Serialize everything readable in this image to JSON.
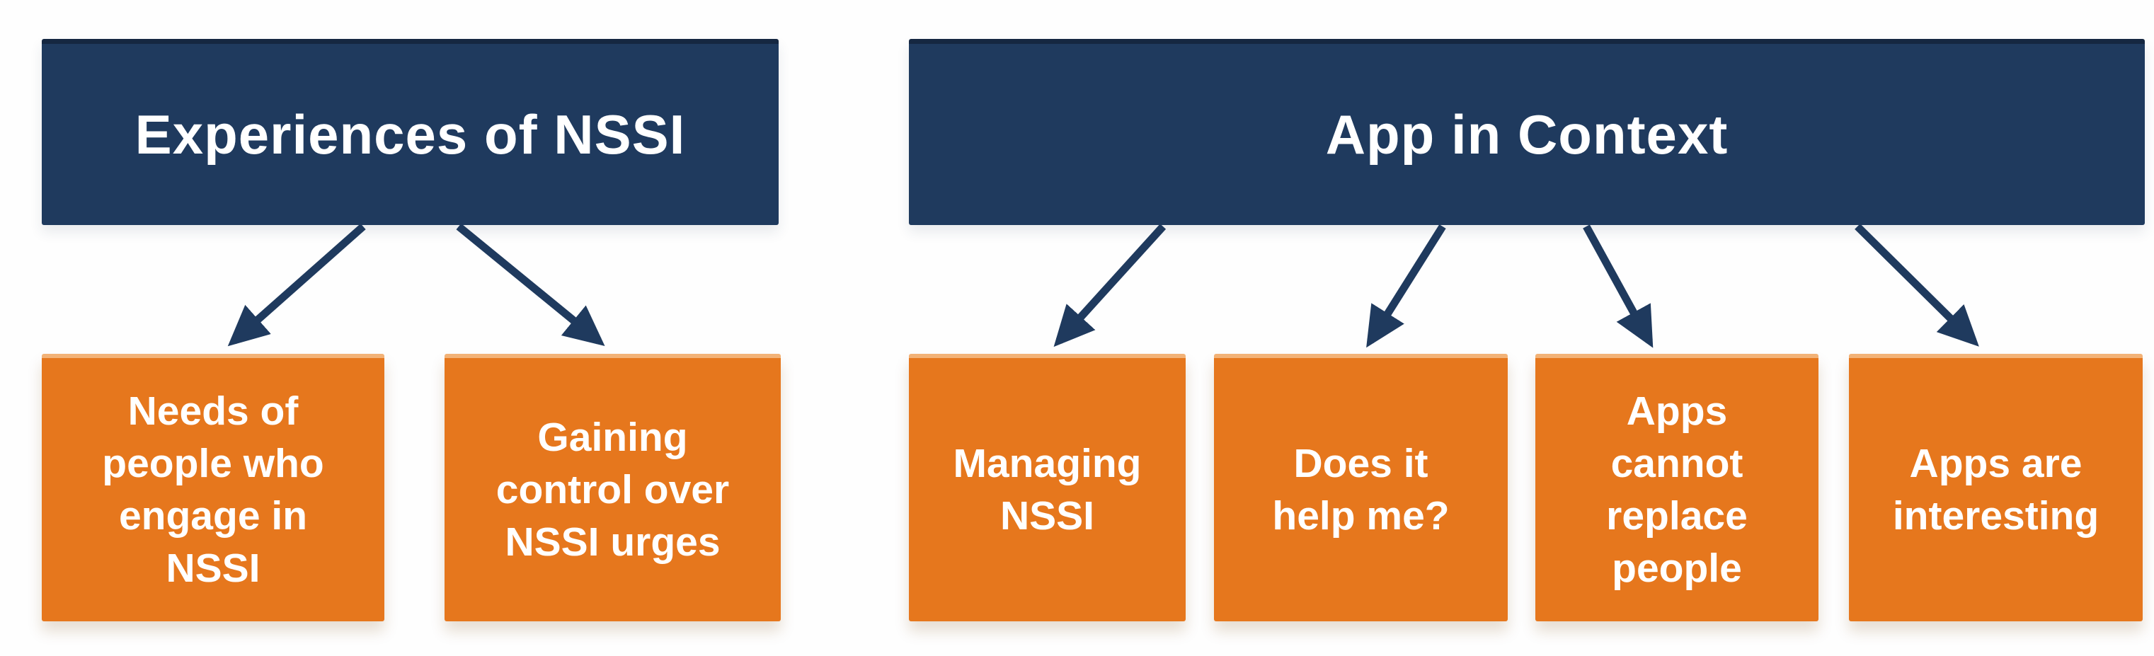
{
  "diagram": {
    "type": "thematic-map",
    "colors": {
      "header_fill": "#1f3a5e",
      "header_top_edge": "#152741",
      "node_fill": "#e6771d",
      "arrow": "#1f3a5e",
      "text": "#ffffff",
      "background": "#fefefe"
    },
    "groups": [
      {
        "id": "experiences-of-nssi",
        "header": "Experiences of NSSI",
        "children": [
          "Needs of\npeople who\nengage in\nNSSI",
          "Gaining\ncontrol over\nNSSI urges"
        ]
      },
      {
        "id": "app-in-context",
        "header": "App in Context",
        "children": [
          "Managing\nNSSI",
          "Does it\nhelp me?",
          "Apps\ncannot\nreplace\npeople",
          "Apps are\ninteresting"
        ]
      }
    ]
  }
}
